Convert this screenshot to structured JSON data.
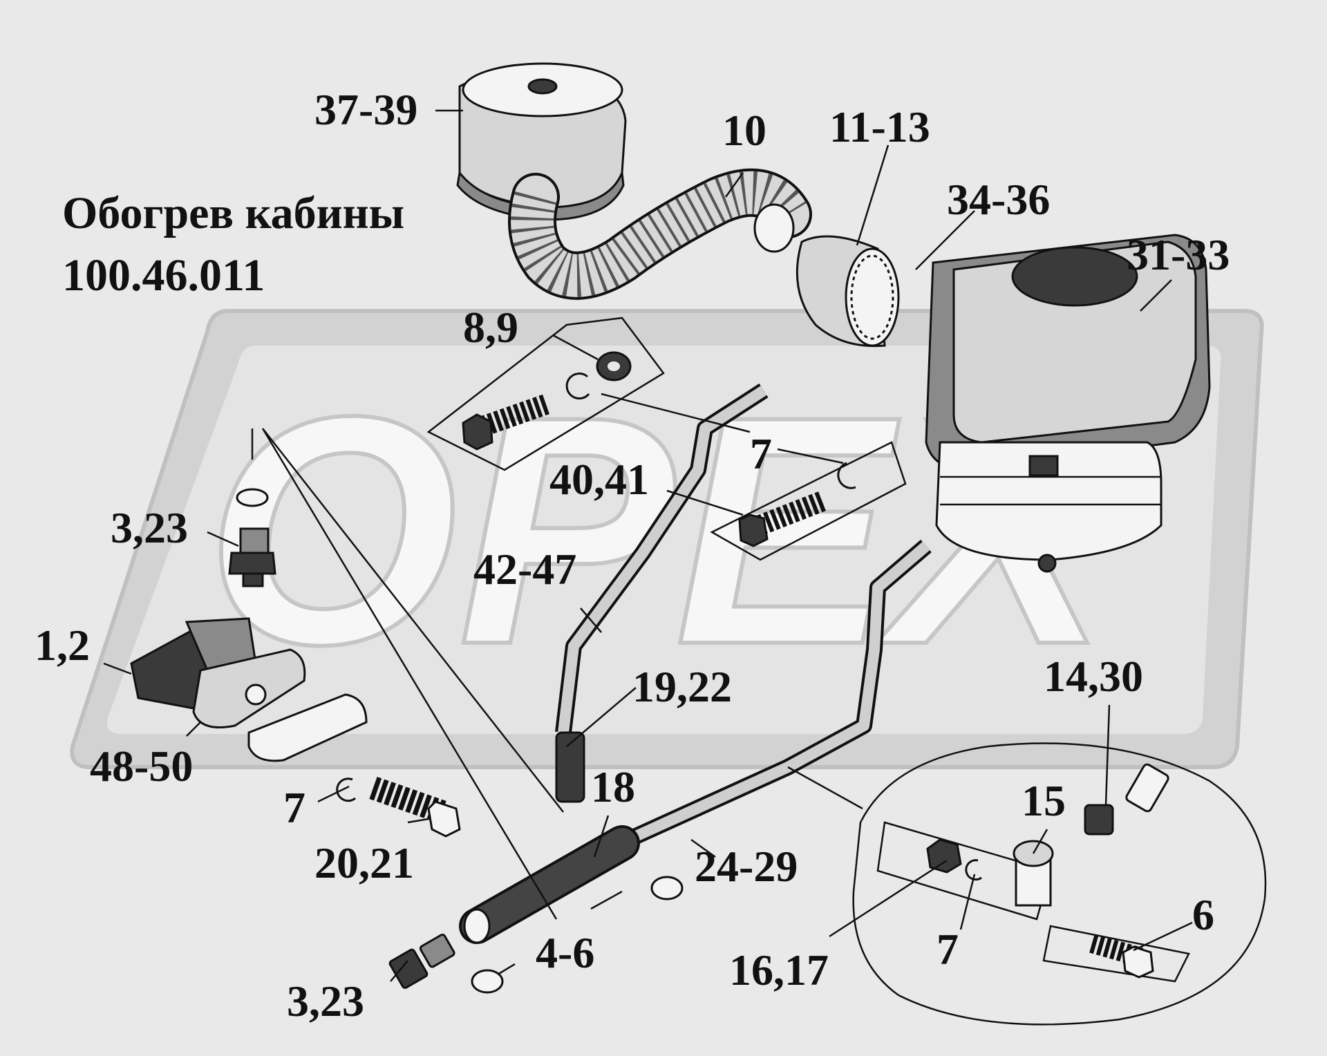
{
  "title": {
    "line1": "Обогрев кабины",
    "line2": "100.46.011"
  },
  "watermark": "OPEX",
  "callouts": {
    "c37_39": "37-39",
    "c10": "10",
    "c11_13": "11-13",
    "c34_36": "34-36",
    "c31_33": "31-33",
    "c8_9": "8,9",
    "c7_top": "7",
    "c40_41": "40,41",
    "c3_23_top": "3,23",
    "c42_47": "42-47",
    "c1_2": "1,2",
    "c19_22": "19,22",
    "c14_30": "14,30",
    "c48_50": "48-50",
    "c18": "18",
    "c15": "15",
    "c7_left": "7",
    "c20_21": "20,21",
    "c24_29": "24-29",
    "c6": "6",
    "c4_6": "4-6",
    "c7_inset": "7",
    "c16_17": "16,17",
    "c3_23_bottom": "3,23"
  },
  "colors": {
    "background": "#e9e9e9",
    "watermark": "#c9c9c9",
    "ink": "#111111"
  }
}
